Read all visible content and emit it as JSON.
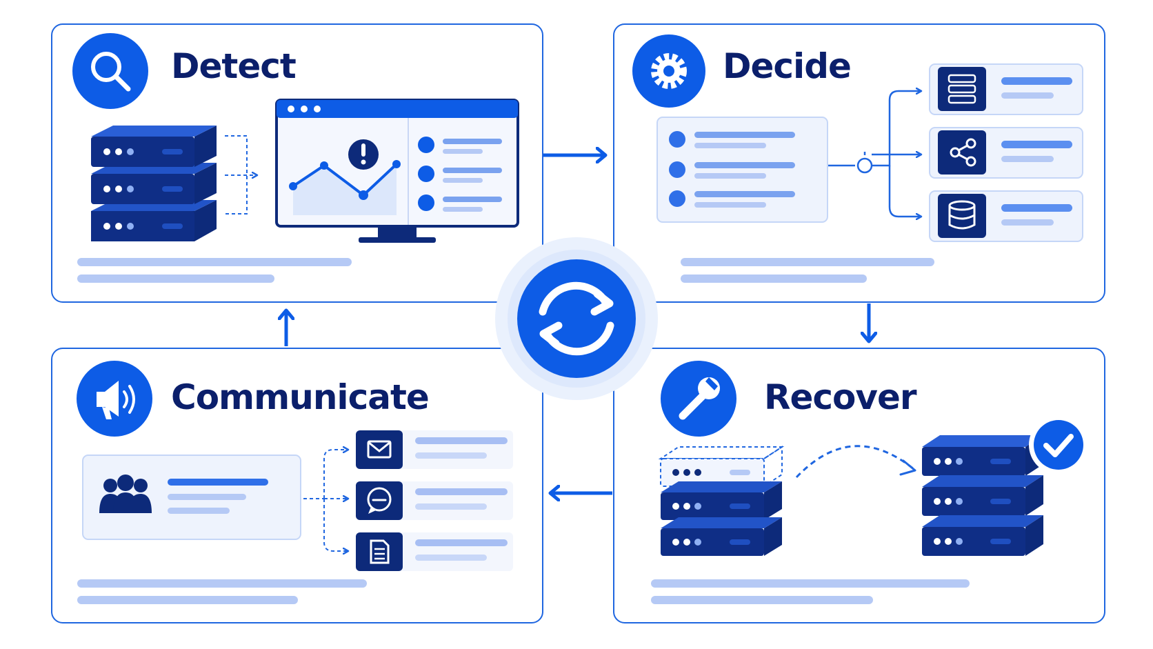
{
  "stages": {
    "detect": {
      "title": "Detect",
      "icon": "search-icon"
    },
    "decide": {
      "title": "Decide",
      "icon": "gear-icon"
    },
    "communicate": {
      "title": "Communicate",
      "icon": "megaphone-icon"
    },
    "recover": {
      "title": "Recover",
      "icon": "wrench-icon"
    }
  },
  "center_icon": "refresh-cycle-icon",
  "flow": [
    "detect",
    "decide",
    "recover",
    "communicate",
    "detect"
  ],
  "decide_options": [
    "list-icon",
    "share-icon",
    "database-icon"
  ],
  "communicate_channels": [
    "mail-icon",
    "chat-icon",
    "document-icon"
  ],
  "colors": {
    "primary": "#0d5ce6",
    "navy": "#0d2a7a",
    "light_bar": "#b5c9f5",
    "panel_fill": "#eef3fd",
    "border": "#1f66e0"
  }
}
